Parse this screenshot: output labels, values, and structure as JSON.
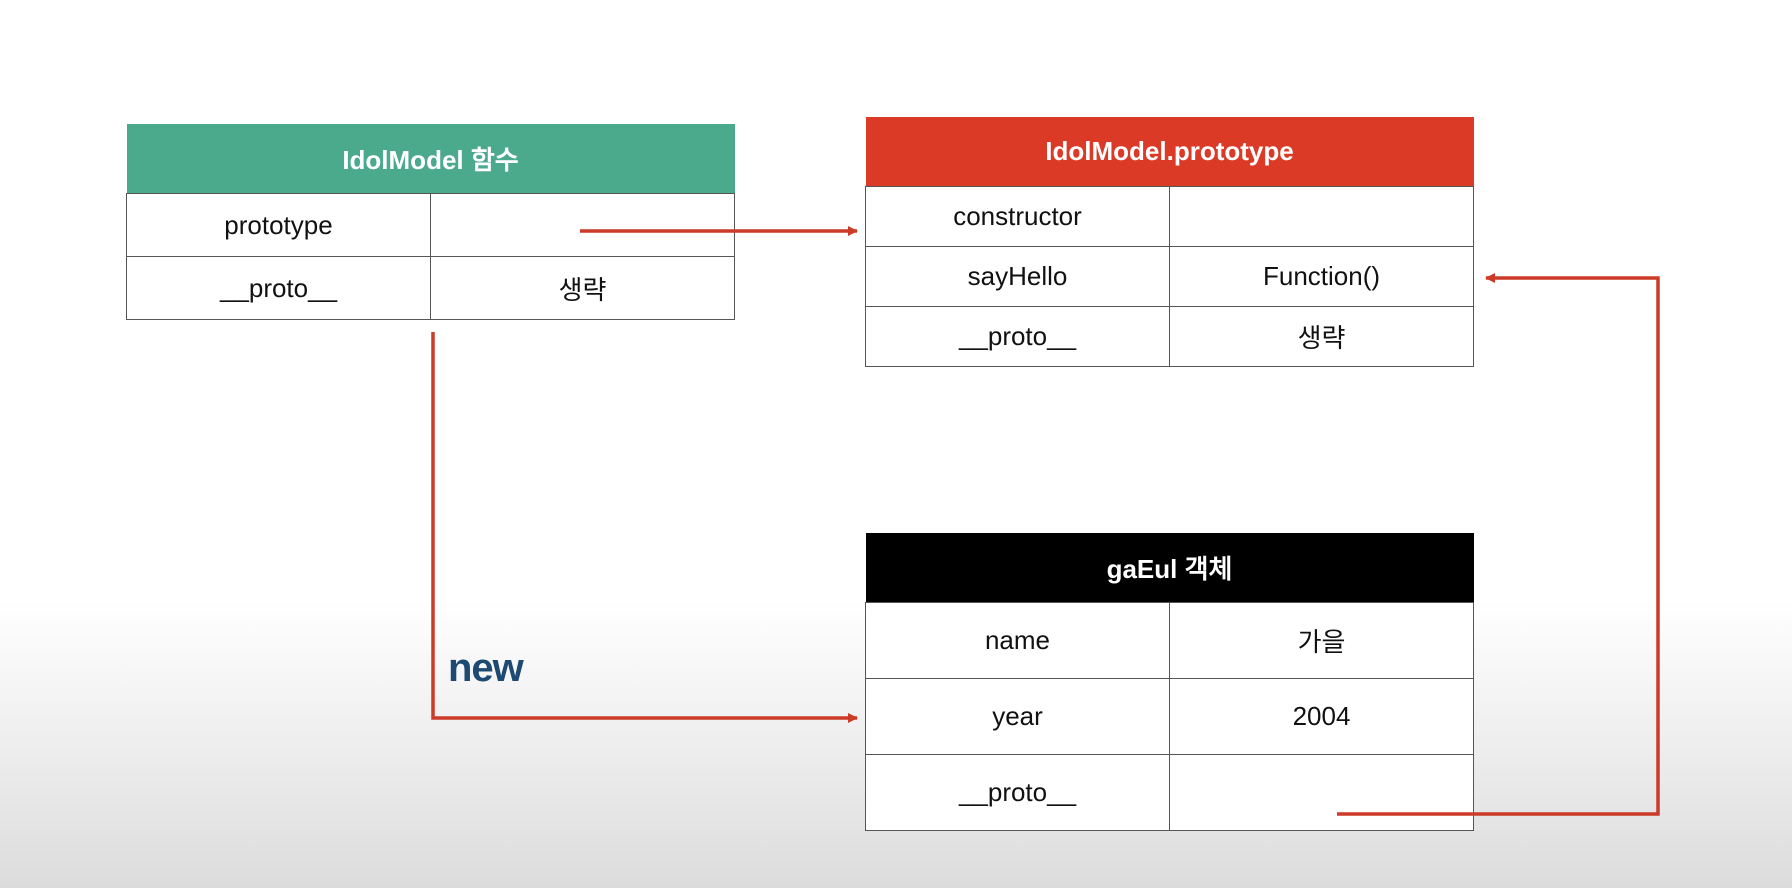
{
  "idol_function": {
    "title": "IdolModel 함수",
    "header_color": "#4ba98c",
    "rows": [
      {
        "key": "prototype",
        "value": ""
      },
      {
        "key": "__proto__",
        "value": "생략"
      }
    ]
  },
  "idol_prototype": {
    "title": "IdolModel.prototype",
    "header_color": "#da3a26",
    "rows": [
      {
        "key": "constructor",
        "value": ""
      },
      {
        "key": "sayHello",
        "value": "Function()"
      },
      {
        "key": "__proto__",
        "value": "생략"
      }
    ]
  },
  "gaeul_object": {
    "title": "gaEul 객체",
    "header_color": "#000000",
    "rows": [
      {
        "key": "name",
        "value": "가을"
      },
      {
        "key": "year",
        "value": "2004"
      },
      {
        "key": "__proto__",
        "value": ""
      }
    ]
  },
  "new_label": "new",
  "colors": {
    "arrow": "#cc3a28",
    "new_label": "#1d4a73"
  }
}
